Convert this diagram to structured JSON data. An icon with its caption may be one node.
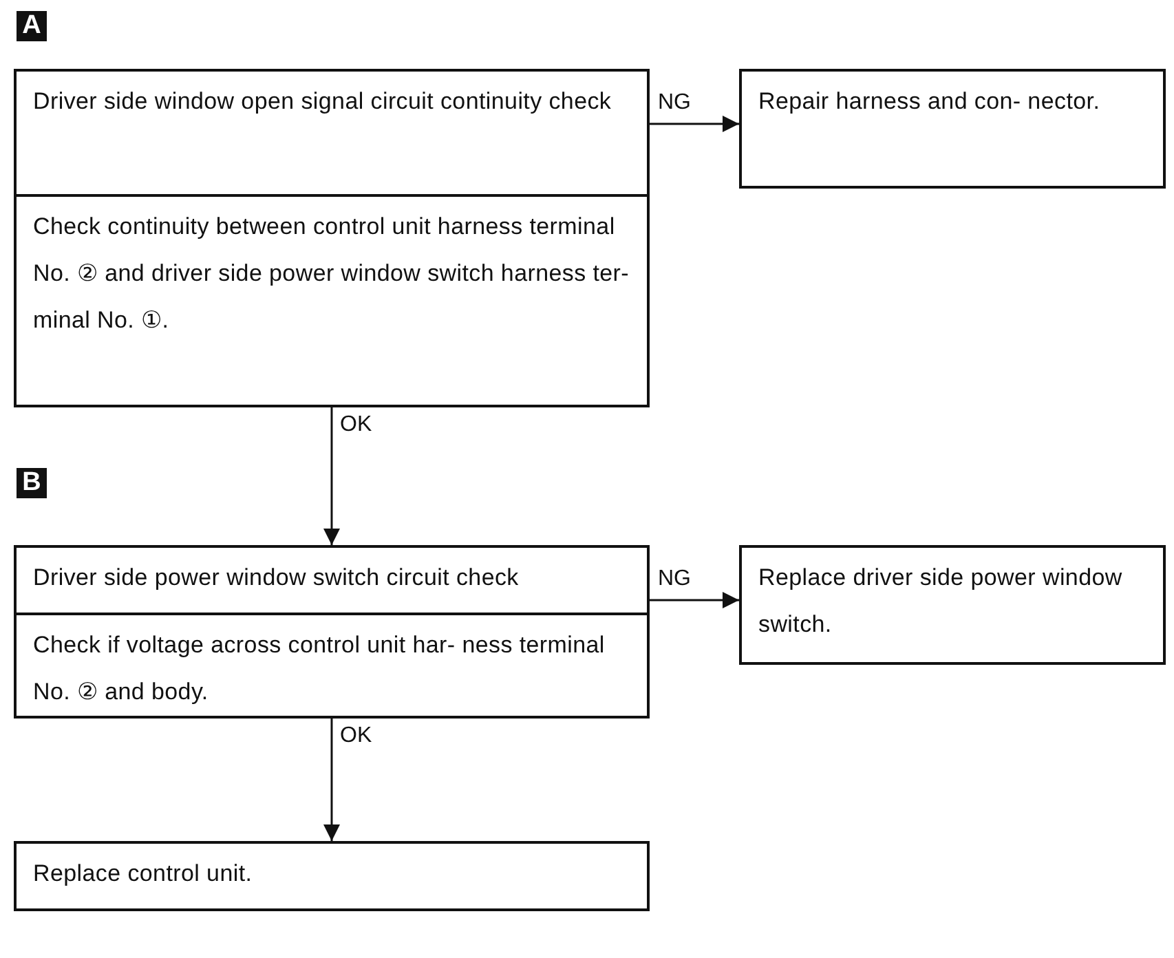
{
  "diagram": {
    "nodes": [
      {
        "text": [
          "Driver side window open signal circuit continuity check",
          "Check continuity between control unit harness terminal No. ② and driver side power window switch harness ter- minal No. ①."
        ]
      },
      {
        "text": [
          "Repair harness and con- nector."
        ]
      },
      {
        "text": [
          "Driver side power window switch circuit check",
          "Check if voltage across control unit har- ness terminal No. ② and body."
        ]
      },
      {
        "text": [
          "Replace driver side power window switch."
        ]
      },
      {
        "text": [
          "Replace control unit."
        ]
      }
    ],
    "edges": [
      {
        "from": 0,
        "to": 1,
        "label": "NG",
        "arrow": "to"
      },
      {
        "from": 0,
        "to": 2,
        "label": "OK",
        "arrow": "to"
      },
      {
        "from": 2,
        "to": 3,
        "label": "NG",
        "arrow": "to"
      },
      {
        "from": 2,
        "to": 4,
        "label": "OK",
        "arrow": "to"
      }
    ],
    "labels": [
      "A",
      "B"
    ]
  }
}
